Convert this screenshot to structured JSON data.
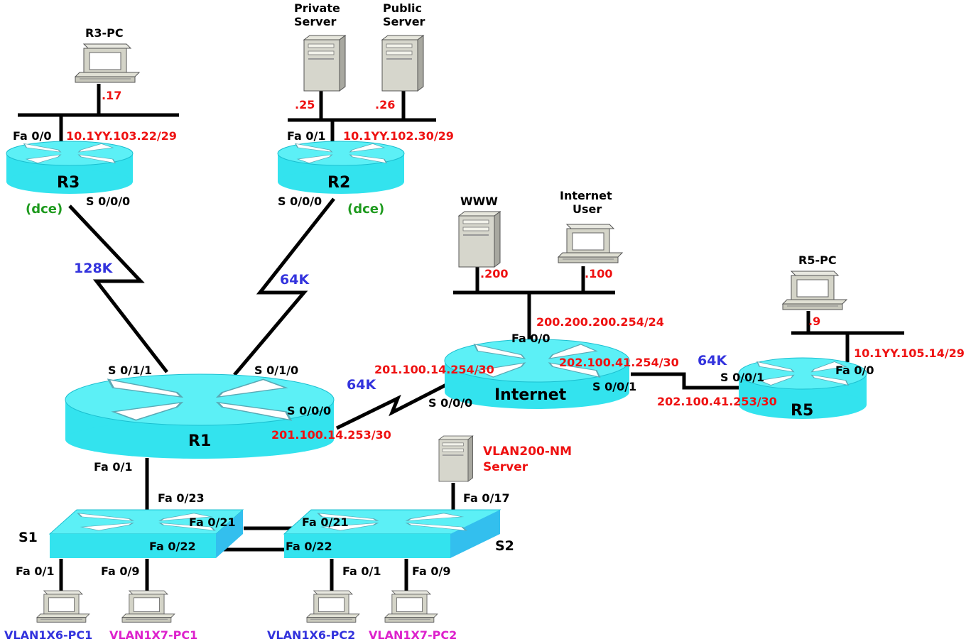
{
  "colors": {
    "device_cyan": "#33e3ee",
    "device_cyan_dark": "#1bbfd0",
    "label_black": "#000000",
    "label_red": "#ee1111",
    "label_green": "#1e9a1e",
    "label_blue": "#3333dd",
    "label_magenta": "#dd22cc"
  },
  "routers": {
    "r3": {
      "name": "R3",
      "dce": "(dce)",
      "fa": "Fa 0/0",
      "fa_ip": "10.1YY.103.22/29",
      "serial": "S 0/0/0"
    },
    "r2": {
      "name": "R2",
      "dce": "(dce)",
      "fa": "Fa 0/1",
      "fa_ip": "10.1YY.102.30/29",
      "serial": "S 0/0/0"
    },
    "r1": {
      "name": "R1",
      "s011": "S 0/1/1",
      "s010": "S 0/1/0",
      "s000": "S 0/0/0",
      "s000_ip": "201.100.14.253/30",
      "fa": "Fa 0/1"
    },
    "internet": {
      "name": "Internet",
      "fa": "Fa 0/0",
      "fa_ip": "200.200.200.254/24",
      "s000": "S 0/0/0",
      "s000_ip": "201.100.14.254/30",
      "s001": "S 0/0/1",
      "s001_ip": "202.100.41.254/30"
    },
    "r5": {
      "name": "R5",
      "s001": "S 0/0/1",
      "s001_ip": "202.100.41.253/30",
      "fa": "Fa 0/0",
      "fa_ip": "10.1YY.105.14/29"
    }
  },
  "links": {
    "r3_r1": "128K",
    "r2_r1": "64K",
    "r1_internet": "64K",
    "internet_r5": "64K"
  },
  "hosts": {
    "r3_pc": {
      "name": "R3-PC",
      "ip": ".17"
    },
    "private_server": {
      "name_line1": "Private",
      "name_line2": "Server",
      "ip": ".25"
    },
    "public_server": {
      "name_line1": "Public",
      "name_line2": "Server",
      "ip": ".26"
    },
    "www": {
      "name": "WWW",
      "ip": ".200"
    },
    "internet_user": {
      "name_line1": "Internet",
      "name_line2": "User",
      "ip": ".100"
    },
    "r5_pc": {
      "name": "R5-PC",
      "ip": ".9"
    },
    "nm_server": {
      "name_line1": "VLAN200-NM",
      "name_line2": "Server"
    }
  },
  "switches": {
    "s1": {
      "name": "S1",
      "fa023": "Fa 0/23",
      "fa021": "Fa 0/21",
      "fa022": "Fa 0/22",
      "fa01": "Fa 0/1",
      "fa09": "Fa 0/9"
    },
    "s2": {
      "name": "S2",
      "fa017": "Fa 0/17",
      "fa021": "Fa 0/21",
      "fa022": "Fa 0/22",
      "fa01": "Fa 0/1",
      "fa09": "Fa 0/9"
    }
  },
  "pcs": {
    "vlan1x6_pc1": "VLAN1X6-PC1",
    "vlan1x7_pc1": "VLAN1X7-PC1",
    "vlan1x6_pc2": "VLAN1X6-PC2",
    "vlan1x7_pc2": "VLAN1X7-PC2"
  }
}
